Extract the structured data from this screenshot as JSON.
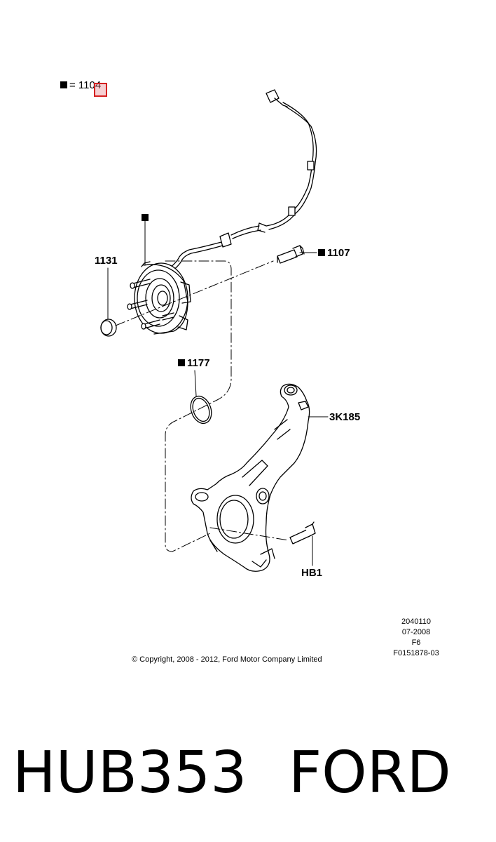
{
  "legend": {
    "text": "= 1104",
    "icon": "black-square"
  },
  "callouts": {
    "sensor_marker": "",
    "p1107": "1107",
    "p1131": "1131",
    "p1177": "1177",
    "p3k185": "3K185",
    "hb1": "HB1"
  },
  "copyright": "© Copyright, 2008 - 2012, Ford Motor Company Limited",
  "meta": {
    "line1": "2040110",
    "line2": "07-2008",
    "line3": "F6",
    "line4": "F0151878-03"
  },
  "caption": {
    "part": "HUB353",
    "brand": "FORD"
  },
  "highlight_color": "#d42020"
}
